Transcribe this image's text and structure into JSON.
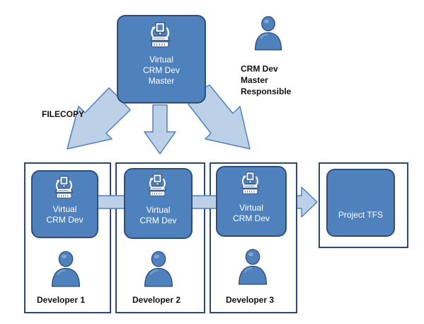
{
  "colors": {
    "box_fill": "#4f81bd",
    "box_border": "#2f4f79",
    "arrow_fill": "#bcd0e8",
    "arrow_stroke": "#4f81bd",
    "frame_border": "#2d4a6e",
    "text": "#111111"
  },
  "master": {
    "icon": "computer-vm-icon",
    "lines": [
      "Virtual",
      "CRM Dev",
      "Master"
    ]
  },
  "responsible": {
    "icon": "person-icon",
    "lines": [
      "CRM Dev",
      "Master",
      "Responsible"
    ]
  },
  "filecopy_label": "FILECOPY",
  "developers": [
    {
      "vm_lines": [
        "Virtual",
        "CRM Dev"
      ],
      "caption": "Developer 1"
    },
    {
      "vm_lines": [
        "Virtual",
        "CRM Dev"
      ],
      "caption": "Developer 2"
    },
    {
      "vm_lines": [
        "Virtual",
        "CRM Dev"
      ],
      "caption": "Developer 3"
    }
  ],
  "project": {
    "label": "Project TFS"
  }
}
